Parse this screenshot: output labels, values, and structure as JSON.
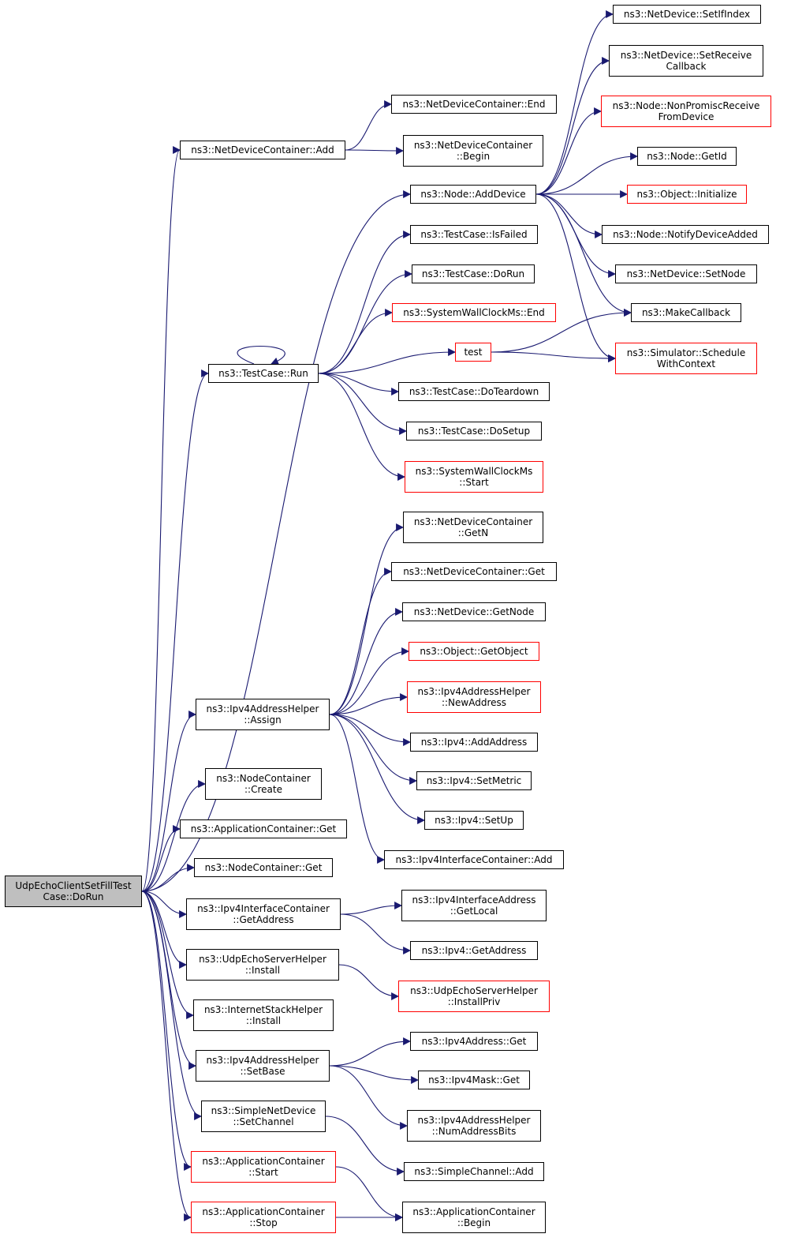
{
  "root": "UdpEchoClientSetFillTestCase::DoRun",
  "colors": {
    "edge": "#191970",
    "normal_border": "#000000",
    "incomplete_border": "#ff0000",
    "root_fill": "#bfbfbf"
  },
  "nodes": {
    "root": {
      "label": "UdpEchoClientSetFillTest\nCase::DoRun",
      "kind": "root"
    },
    "ndc_add": {
      "label": "ns3::NetDeviceContainer::Add",
      "kind": "normal"
    },
    "ndc_end": {
      "label": "ns3::NetDeviceContainer::End",
      "kind": "normal"
    },
    "ndc_begin": {
      "label": "ns3::NetDeviceContainer\n::Begin",
      "kind": "normal"
    },
    "nd_setifindex": {
      "label": "ns3::NetDevice::SetIfIndex",
      "kind": "normal"
    },
    "nd_setreceive": {
      "label": "ns3::NetDevice::SetReceive\nCallback",
      "kind": "normal"
    },
    "node_nonprom": {
      "label": "ns3::Node::NonPromiscReceive\nFromDevice",
      "kind": "incomplete"
    },
    "node_getid": {
      "label": "ns3::Node::GetId",
      "kind": "normal"
    },
    "obj_init": {
      "label": "ns3::Object::Initialize",
      "kind": "incomplete"
    },
    "node_adddev": {
      "label": "ns3::Node::AddDevice",
      "kind": "normal"
    },
    "node_notify": {
      "label": "ns3::Node::NotifyDeviceAdded",
      "kind": "normal"
    },
    "nd_setnode": {
      "label": "ns3::NetDevice::SetNode",
      "kind": "normal"
    },
    "makecallback": {
      "label": "ns3::MakeCallback",
      "kind": "normal"
    },
    "sim_schedule": {
      "label": "ns3::Simulator::Schedule\nWithContext",
      "kind": "incomplete"
    },
    "tc_isfailed": {
      "label": "ns3::TestCase::IsFailed",
      "kind": "normal"
    },
    "tc_dorun": {
      "label": "ns3::TestCase::DoRun",
      "kind": "normal"
    },
    "swc_end": {
      "label": "ns3::SystemWallClockMs::End",
      "kind": "incomplete"
    },
    "test": {
      "label": "test",
      "kind": "incomplete"
    },
    "tc_run": {
      "label": "ns3::TestCase::Run",
      "kind": "normal"
    },
    "tc_teardown": {
      "label": "ns3::TestCase::DoTeardown",
      "kind": "normal"
    },
    "tc_setup": {
      "label": "ns3::TestCase::DoSetup",
      "kind": "normal"
    },
    "swc_start": {
      "label": "ns3::SystemWallClockMs\n::Start",
      "kind": "incomplete"
    },
    "ndc_getn": {
      "label": "ns3::NetDeviceContainer\n::GetN",
      "kind": "normal"
    },
    "ndc_get": {
      "label": "ns3::NetDeviceContainer::Get",
      "kind": "normal"
    },
    "nd_getnode": {
      "label": "ns3::NetDevice::GetNode",
      "kind": "normal"
    },
    "obj_getobject": {
      "label": "ns3::Object::GetObject",
      "kind": "incomplete"
    },
    "ipv4ah_newaddr": {
      "label": "ns3::Ipv4AddressHelper\n::NewAddress",
      "kind": "incomplete"
    },
    "ipv4ah_assign": {
      "label": "ns3::Ipv4AddressHelper\n::Assign",
      "kind": "normal"
    },
    "ipv4_addaddr": {
      "label": "ns3::Ipv4::AddAddress",
      "kind": "normal"
    },
    "ipv4_setmetric": {
      "label": "ns3::Ipv4::SetMetric",
      "kind": "normal"
    },
    "ipv4_setup": {
      "label": "ns3::Ipv4::SetUp",
      "kind": "normal"
    },
    "ipv4ic_add": {
      "label": "ns3::Ipv4InterfaceContainer::Add",
      "kind": "normal"
    },
    "nc_create": {
      "label": "ns3::NodeContainer\n::Create",
      "kind": "normal"
    },
    "ac_get": {
      "label": "ns3::ApplicationContainer::Get",
      "kind": "normal"
    },
    "nc_get": {
      "label": "ns3::NodeContainer::Get",
      "kind": "normal"
    },
    "ipv4ic_getaddr": {
      "label": "ns3::Ipv4InterfaceContainer\n::GetAddress",
      "kind": "normal"
    },
    "ipv4ia_getlocal": {
      "label": "ns3::Ipv4InterfaceAddress\n::GetLocal",
      "kind": "normal"
    },
    "ipv4_getaddr": {
      "label": "ns3::Ipv4::GetAddress",
      "kind": "normal"
    },
    "ueshelper_install": {
      "label": "ns3::UdpEchoServerHelper\n::Install",
      "kind": "normal"
    },
    "ueshelper_installpriv": {
      "label": "ns3::UdpEchoServerHelper\n::InstallPriv",
      "kind": "incomplete"
    },
    "ish_install": {
      "label": "ns3::InternetStackHelper\n::Install",
      "kind": "normal"
    },
    "ipv4ah_setbase": {
      "label": "ns3::Ipv4AddressHelper\n::SetBase",
      "kind": "normal"
    },
    "ipv4addr_get": {
      "label": "ns3::Ipv4Address::Get",
      "kind": "normal"
    },
    "ipv4mask_get": {
      "label": "ns3::Ipv4Mask::Get",
      "kind": "normal"
    },
    "ipv4ah_numbits": {
      "label": "ns3::Ipv4AddressHelper\n::NumAddressBits",
      "kind": "normal"
    },
    "snd_setchannel": {
      "label": "ns3::SimpleNetDevice\n::SetChannel",
      "kind": "normal"
    },
    "sc_add": {
      "label": "ns3::SimpleChannel::Add",
      "kind": "normal"
    },
    "ac_start": {
      "label": "ns3::ApplicationContainer\n::Start",
      "kind": "incomplete"
    },
    "ac_stop": {
      "label": "ns3::ApplicationContainer\n::Stop",
      "kind": "incomplete"
    },
    "ac_begin": {
      "label": "ns3::ApplicationContainer\n::Begin",
      "kind": "normal"
    }
  },
  "edges": [
    [
      "root",
      "ndc_add"
    ],
    [
      "root",
      "node_adddev"
    ],
    [
      "root",
      "tc_run"
    ],
    [
      "root",
      "ipv4ah_assign"
    ],
    [
      "root",
      "nc_create"
    ],
    [
      "root",
      "ac_get"
    ],
    [
      "root",
      "nc_get"
    ],
    [
      "root",
      "ipv4ic_getaddr"
    ],
    [
      "root",
      "ueshelper_install"
    ],
    [
      "root",
      "ish_install"
    ],
    [
      "root",
      "ipv4ah_setbase"
    ],
    [
      "root",
      "snd_setchannel"
    ],
    [
      "root",
      "ac_start"
    ],
    [
      "root",
      "ac_stop"
    ],
    [
      "ndc_add",
      "ndc_end"
    ],
    [
      "ndc_add",
      "ndc_begin"
    ],
    [
      "node_adddev",
      "nd_setifindex"
    ],
    [
      "node_adddev",
      "nd_setreceive"
    ],
    [
      "node_adddev",
      "node_nonprom"
    ],
    [
      "node_adddev",
      "node_getid"
    ],
    [
      "node_adddev",
      "obj_init"
    ],
    [
      "node_adddev",
      "node_notify"
    ],
    [
      "node_adddev",
      "nd_setnode"
    ],
    [
      "node_adddev",
      "makecallback"
    ],
    [
      "node_adddev",
      "sim_schedule"
    ],
    [
      "tc_run",
      "tc_isfailed"
    ],
    [
      "tc_run",
      "tc_dorun"
    ],
    [
      "tc_run",
      "swc_end"
    ],
    [
      "tc_run",
      "test"
    ],
    [
      "tc_run",
      "tc_teardown"
    ],
    [
      "tc_run",
      "tc_setup"
    ],
    [
      "tc_run",
      "swc_start"
    ],
    [
      "tc_run",
      "tc_run"
    ],
    [
      "test",
      "makecallback"
    ],
    [
      "test",
      "sim_schedule"
    ],
    [
      "ipv4ah_assign",
      "ndc_getn"
    ],
    [
      "ipv4ah_assign",
      "ndc_get"
    ],
    [
      "ipv4ah_assign",
      "nd_getnode"
    ],
    [
      "ipv4ah_assign",
      "obj_getobject"
    ],
    [
      "ipv4ah_assign",
      "ipv4ah_newaddr"
    ],
    [
      "ipv4ah_assign",
      "ipv4_addaddr"
    ],
    [
      "ipv4ah_assign",
      "ipv4_setmetric"
    ],
    [
      "ipv4ah_assign",
      "ipv4_setup"
    ],
    [
      "ipv4ah_assign",
      "ipv4ic_add"
    ],
    [
      "ipv4ic_getaddr",
      "ipv4ia_getlocal"
    ],
    [
      "ipv4ic_getaddr",
      "ipv4_getaddr"
    ],
    [
      "ueshelper_install",
      "ueshelper_installpriv"
    ],
    [
      "ipv4ah_setbase",
      "ipv4addr_get"
    ],
    [
      "ipv4ah_setbase",
      "ipv4mask_get"
    ],
    [
      "ipv4ah_setbase",
      "ipv4ah_numbits"
    ],
    [
      "snd_setchannel",
      "sc_add"
    ],
    [
      "ac_start",
      "ac_begin"
    ],
    [
      "ac_stop",
      "ac_begin"
    ]
  ]
}
